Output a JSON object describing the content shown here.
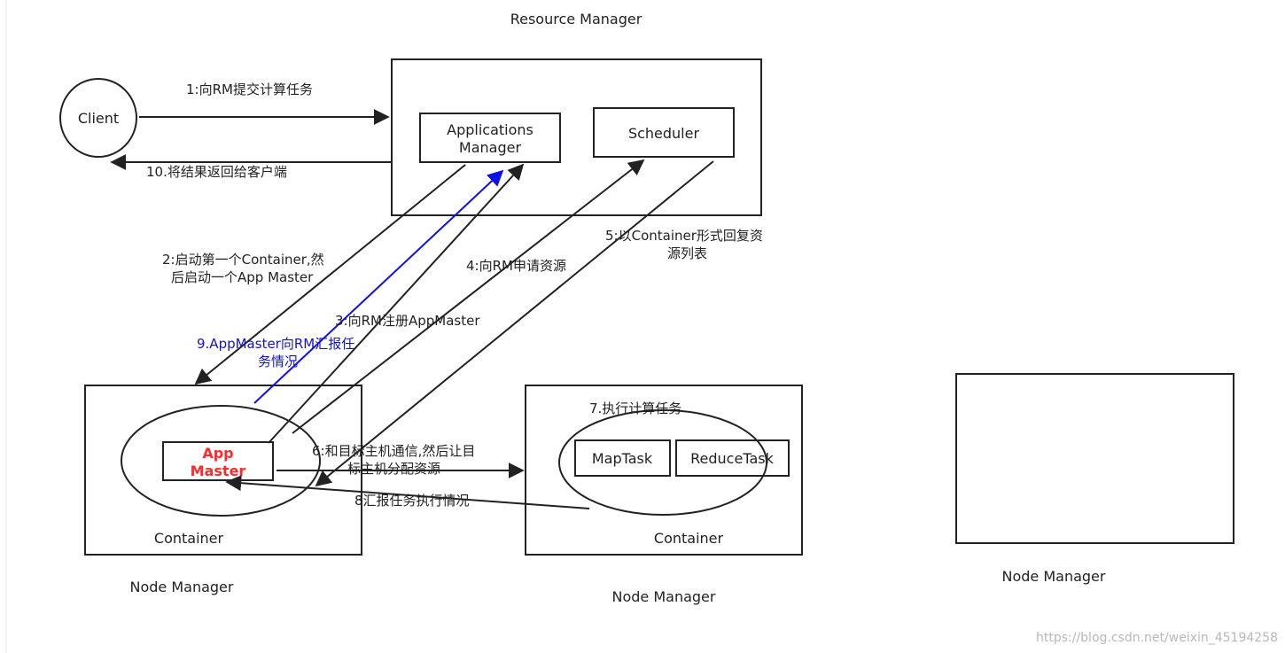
{
  "titles": {
    "resource_manager": "Resource Manager",
    "node_manager_1": "Node Manager",
    "node_manager_2": "Node Manager",
    "node_manager_3": "Node Manager"
  },
  "nodes": {
    "client": "Client",
    "applications_manager_line1": "Applications",
    "applications_manager_line2": "Manager",
    "scheduler": "Scheduler",
    "app_master_line1": "App",
    "app_master_line2": "Master",
    "container_1": "Container",
    "container_2": "Container",
    "map_task": "MapTask",
    "reduce_task": "ReduceTask"
  },
  "steps": {
    "s1": "1:向RM提交计算任务",
    "s2_line1": "2:启动第一个Container,然",
    "s2_line2": "后启动一个App Master",
    "s3": "3:向RM注册AppMaster",
    "s4": "4:向RM申请资源",
    "s5_line1": "5:以Container形式回复资",
    "s5_line2": "源列表",
    "s6_line1": "6:和目标主机通信,然后让目",
    "s6_line2": "标主机分配资源",
    "s7": "7.执行计算任务",
    "s8": "8汇报任务执行情况",
    "s9_line1": "9.AppMaster向RM汇报任",
    "s9_line2": "务情况",
    "s10": "10.将结果返回给客户端"
  },
  "watermark": "https://blog.csdn.net/weixin_45194258",
  "colors": {
    "line": "#222222",
    "highlight_arrow": "#1010e8",
    "highlight_text": "#1414c8",
    "app_master_text": "#ff2a2a"
  }
}
